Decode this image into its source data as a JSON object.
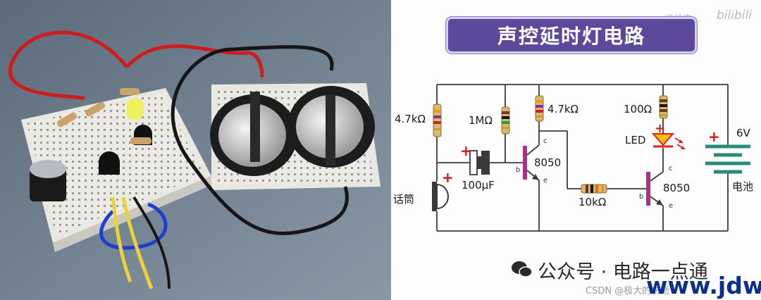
{
  "diagram": {
    "title": "声控延时灯电路",
    "components": {
      "r1": "4.7kΩ",
      "r2": "1MΩ",
      "r3": "4.7kΩ",
      "r4": "100Ω",
      "r5": "10kΩ",
      "capacitor": "100μF",
      "capacitor_plus": "+",
      "mic_plus": "+",
      "mic": "话筒",
      "led": "LED",
      "led_plus": "+",
      "q1": "8050",
      "q2": "8050",
      "battery_plus": "+",
      "battery_voltage": "6V",
      "battery": "电池"
    },
    "pins": {
      "q1_c": "c",
      "q1_b": "b",
      "q1_e": "e",
      "q2_c": "c",
      "q2_b": "b",
      "q2_e": "e"
    }
  },
  "watermarks": {
    "top_right": "洋桃电...",
    "bilibili": "bilibili",
    "wechat": "公众号 · 电路一点通",
    "site": "www.jdwx.cn",
    "csdn": "CSDN @极大的伤逝"
  },
  "colors": {
    "title_bg": "#5b4a9c",
    "wire": "#3a3a3a",
    "component_accent": "#b03088",
    "plus_sign": "#d01818",
    "led_color": "#e02020",
    "site_text": "#0b2f8c"
  }
}
